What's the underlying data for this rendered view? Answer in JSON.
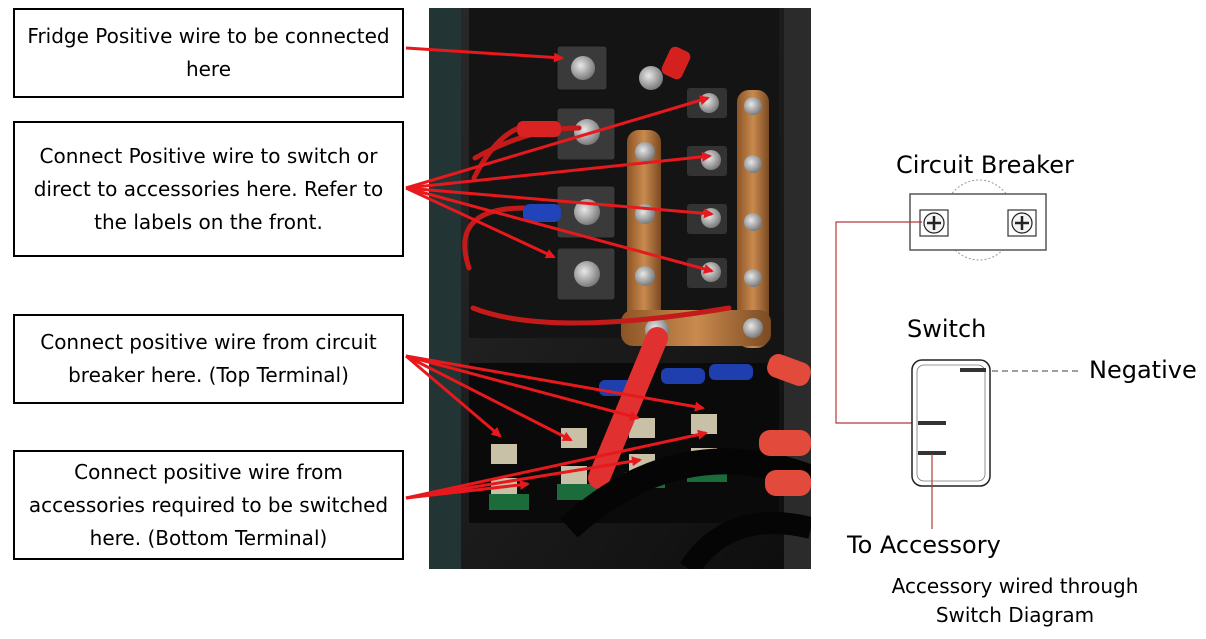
{
  "callouts": {
    "fridge": "Fridge Positive wire to be connected here",
    "accessories_positive": "Connect Positive wire to switch or direct to accessories here. Refer to the labels on the front.",
    "breaker_top": "Connect positive wire from circuit breaker here. (Top Terminal)",
    "switched_bottom": "Connect positive wire from accessories required to be switched here. (Bottom Terminal)"
  },
  "diagram": {
    "circuit_breaker_label": "Circuit Breaker",
    "switch_label": "Switch",
    "negative_label": "Negative",
    "to_accessory_label": "To Accessory",
    "caption": "Accessory wired through Switch Diagram"
  },
  "colors": {
    "arrow": "#e8191c",
    "wire_line": "#b03a3a",
    "panel_dark": "#1c1c1c",
    "copper": "#b8773e"
  },
  "icons": {
    "breaker_terminal": "screw-terminal-icon",
    "arrow": "arrow-icon"
  }
}
